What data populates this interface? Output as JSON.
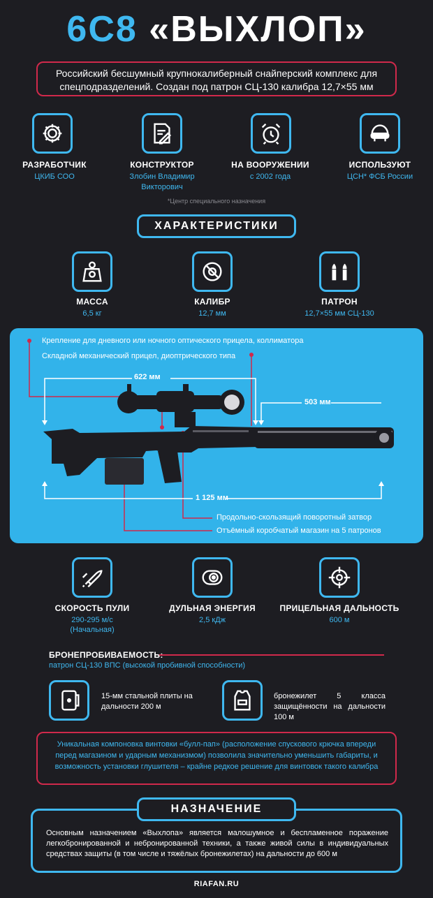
{
  "header": {
    "title_prefix": "6С8",
    "title_name": "«ВЫХЛОП»",
    "subtitle": "Российский бесшумный крупнокалиберный снайперский комплекс для спецподразделений. Создан под патрон СЦ-130 калибра 12,7×55 мм"
  },
  "info": [
    {
      "label": "РАЗРАБОТЧИК",
      "value": "ЦКИБ СОО",
      "icon": "gear-icon"
    },
    {
      "label": "КОНСТРУКТОР",
      "value": "Злобин Владимир Викторович",
      "icon": "document-pen-icon"
    },
    {
      "label": "НА ВООРУЖЕНИИ",
      "value": "с 2002 года",
      "icon": "alarm-clock-icon"
    },
    {
      "label": "ИСПОЛЬЗУЮТ",
      "value": "ЦСН* ФСБ России",
      "icon": "helmet-icon"
    }
  ],
  "footnote": "*Центр специального назначения",
  "specs_title": "ХАРАКТЕРИСТИКИ",
  "specs": [
    {
      "label": "МАССА",
      "value": "6,5 кг",
      "icon": "weight-icon"
    },
    {
      "label": "КАЛИБР",
      "value": "12,7 мм",
      "icon": "caliber-icon"
    },
    {
      "label": "ПАТРОН",
      "value": "12,7×55 мм СЦ-130",
      "icon": "cartridges-icon"
    }
  ],
  "diagram": {
    "callout_mount": "Крепление для дневного или ночного оптического прицела, коллиматора",
    "callout_sight": "Складной механический прицел, диоптрического типа",
    "callout_bolt": "Продольно-скользящий поворотный затвор",
    "callout_mag": "Отъёмный коробчатый магазин на 5 патронов",
    "dim_body": "622 мм",
    "dim_silencer": "503 мм",
    "dim_total": "1 125 мм"
  },
  "performance": [
    {
      "label": "СКОРОСТЬ ПУЛИ",
      "value": "290-295 м/с",
      "value2": "(Начальная)",
      "icon": "bullet-speed-icon"
    },
    {
      "label": "ДУЛЬНАЯ ЭНЕРГИЯ",
      "value": "2,5 кДж",
      "icon": "muzzle-energy-icon"
    },
    {
      "label": "ПРИЦЕЛЬНАЯ ДАЛЬНОСТЬ",
      "value": "600 м",
      "icon": "crosshair-icon"
    }
  ],
  "penetration": {
    "title": "БРОНЕПРОБИВАЕМОСТЬ:",
    "subtitle": "патрон СЦ-130 ВПС (высокой пробивной способности)",
    "item1": "15-мм стальной плиты на дальности 200 м",
    "item2": "бронежилет 5 класса защищённости на дальности 100 м"
  },
  "layout_note": "Уникальная компоновка винтовки «булл-пап» (расположение спускового крючка впереди перед магазином и ударным механизмом) позволила значительно уменьшить габариты, и возможность установки глушителя – крайне редкое решение для винтовок такого калибра",
  "purpose": {
    "title": "НАЗНАЧЕНИЕ",
    "text": "Основным назначением «Выхлопа» является малошумное и беспламенное поражение легкобронированной и небронированной техники, а также живой силы в индивидуальных средствах защиты (в том числе и тяжёлых бронежилетах) на дальности до 600 м"
  },
  "footer": "RIAFAN.RU",
  "colors": {
    "accent": "#3fb8f0",
    "red": "#d0294b",
    "background": "#1d1d22"
  }
}
